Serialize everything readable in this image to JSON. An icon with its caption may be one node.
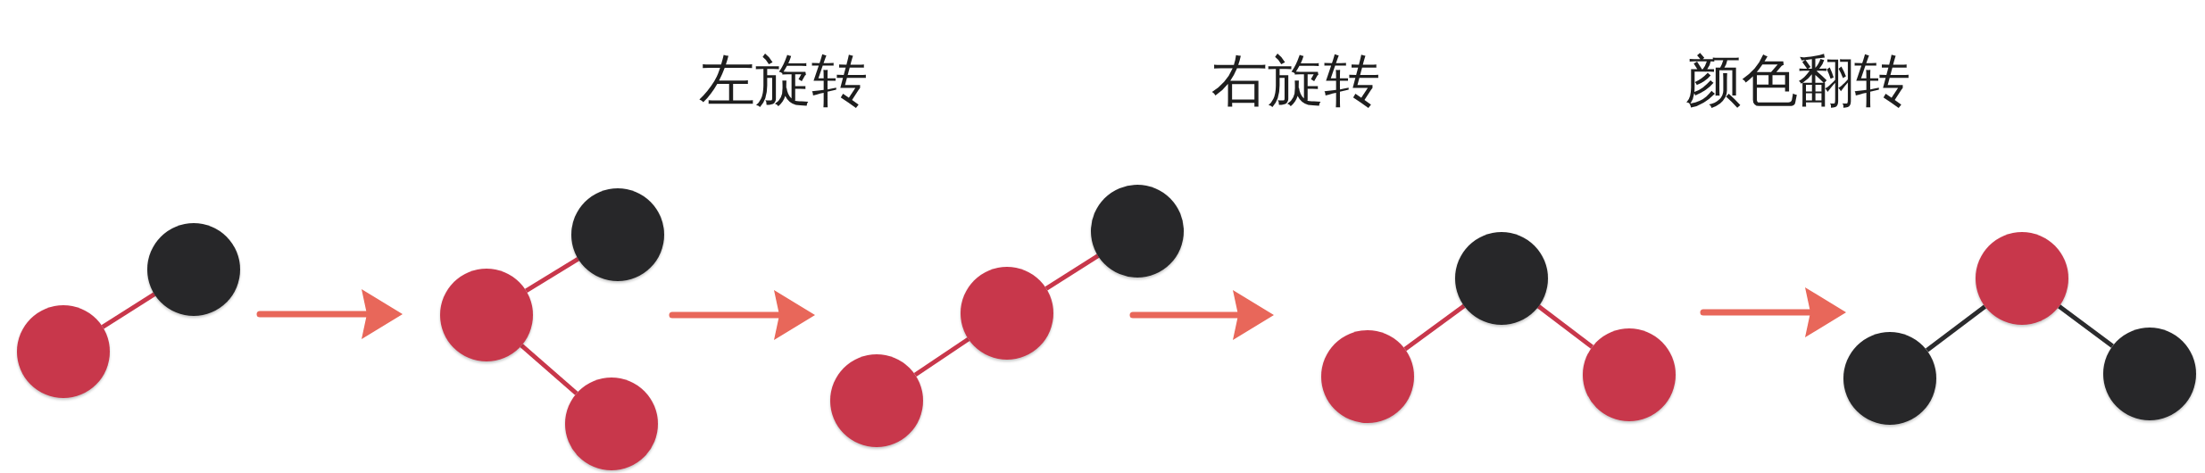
{
  "diagram": {
    "nodes": [
      {
        "text": [],
        "shape": "circle"
      },
      {
        "text": [],
        "shape": "circle"
      },
      {
        "text": [],
        "shape": "circle"
      },
      {
        "text": [],
        "shape": "circle"
      },
      {
        "text": [],
        "shape": "circle"
      },
      {
        "text": [],
        "shape": "circle"
      },
      {
        "text": [],
        "shape": "circle"
      },
      {
        "text": [],
        "shape": "circle"
      },
      {
        "text": [],
        "shape": "circle"
      },
      {
        "text": [],
        "shape": "circle"
      },
      {
        "text": [],
        "shape": "circle"
      },
      {
        "text": [],
        "shape": "circle"
      },
      {
        "text": [],
        "shape": "circle"
      },
      {
        "text": [],
        "shape": "circle"
      }
    ],
    "edges": [
      {
        "from": 1,
        "to": 0,
        "arrow": "none"
      },
      {
        "from": 2,
        "to": 3,
        "arrow": "none"
      },
      {
        "from": 2,
        "to": 4,
        "arrow": "none"
      },
      {
        "from": 6,
        "to": 5,
        "arrow": "none"
      },
      {
        "from": 7,
        "to": 6,
        "arrow": "none"
      },
      {
        "from": 9,
        "to": 8,
        "arrow": "none"
      },
      {
        "from": 9,
        "to": 10,
        "arrow": "none"
      },
      {
        "from": 12,
        "to": 11,
        "arrow": "none",
        "color": "#2b2b2d"
      },
      {
        "from": 12,
        "to": 13,
        "arrow": "none",
        "color": "#2b2b2d"
      }
    ],
    "labels": [
      "左旋转",
      "右旋转",
      "颜色翻转"
    ]
  }
}
